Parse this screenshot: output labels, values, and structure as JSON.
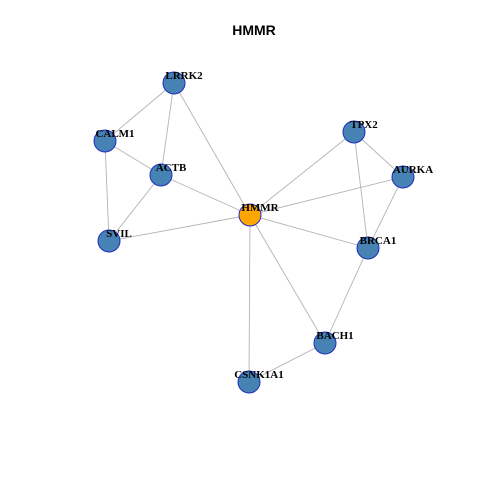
{
  "title": "HMMR",
  "colors": {
    "hub_fill": "#ffa500",
    "node_fill": "#4682b4",
    "node_stroke": "#1f2fbf",
    "edge": "#b3b3b3"
  },
  "nodes": [
    {
      "id": "HMMR",
      "label": "HMMR",
      "hub": true
    },
    {
      "id": "LRRK2",
      "label": "LRRK2",
      "hub": false
    },
    {
      "id": "CALM1",
      "label": "CALM1",
      "hub": false
    },
    {
      "id": "ACTB",
      "label": "ACTB",
      "hub": false
    },
    {
      "id": "SVIL",
      "label": "SVIL",
      "hub": false
    },
    {
      "id": "TPX2",
      "label": "TPX2",
      "hub": false
    },
    {
      "id": "AURKA",
      "label": "AURKA",
      "hub": false
    },
    {
      "id": "BRCA1",
      "label": "BRCA1",
      "hub": false
    },
    {
      "id": "BACH1",
      "label": "BACH1",
      "hub": false
    },
    {
      "id": "CSNK1A1",
      "label": "CSNK1A1",
      "hub": false
    }
  ],
  "edges": [
    [
      "LRRK2",
      "CALM1"
    ],
    [
      "LRRK2",
      "ACTB"
    ],
    [
      "LRRK2",
      "HMMR"
    ],
    [
      "CALM1",
      "ACTB"
    ],
    [
      "CALM1",
      "SVIL"
    ],
    [
      "ACTB",
      "SVIL"
    ],
    [
      "ACTB",
      "HMMR"
    ],
    [
      "SVIL",
      "HMMR"
    ],
    [
      "TPX2",
      "HMMR"
    ],
    [
      "TPX2",
      "AURKA"
    ],
    [
      "TPX2",
      "BRCA1"
    ],
    [
      "AURKA",
      "HMMR"
    ],
    [
      "AURKA",
      "BRCA1"
    ],
    [
      "HMMR",
      "BRCA1"
    ],
    [
      "HMMR",
      "BACH1"
    ],
    [
      "HMMR",
      "CSNK1A1"
    ],
    [
      "BRCA1",
      "BACH1"
    ],
    [
      "BACH1",
      "CSNK1A1"
    ]
  ]
}
